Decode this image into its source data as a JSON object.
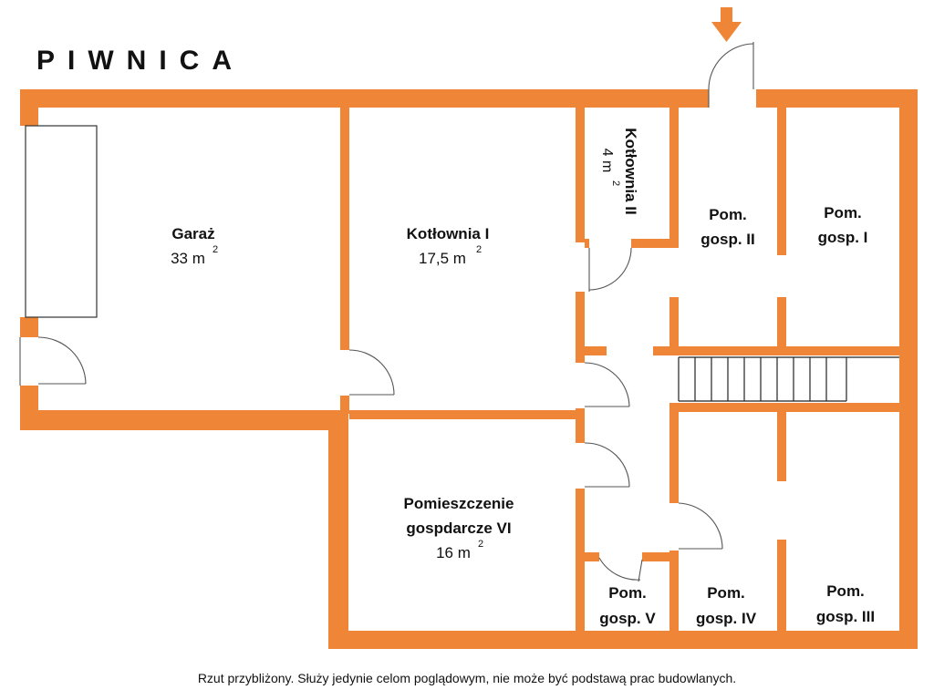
{
  "title": "PIWNICA",
  "colors": {
    "wall": "#EF8637",
    "line": "#333333",
    "background": "#ffffff"
  },
  "icons": {
    "entrance": "arrow-down-icon"
  },
  "rooms": {
    "garaz": {
      "name": "Garaż",
      "area": "33 m",
      "sup": "2"
    },
    "kotlownia1": {
      "name": "Kotłownia I",
      "area": "17,5 m",
      "sup": "2"
    },
    "kotlownia2": {
      "name": "Kotłownia II",
      "area": "4 m",
      "sup": "2"
    },
    "pom2": {
      "line1": "Pom.",
      "line2": "gosp. II"
    },
    "pom1": {
      "line1": "Pom.",
      "line2": "gosp. I"
    },
    "pom6": {
      "line1": "Pomieszczenie",
      "line2": "gospdarcze VI",
      "area": "16 m",
      "sup": "2"
    },
    "pom5": {
      "line1": "Pom.",
      "line2": "gosp. V"
    },
    "pom4": {
      "line1": "Pom.",
      "line2": "gosp. IV"
    },
    "pom3": {
      "line1": "Pom.",
      "line2": "gosp. III"
    }
  },
  "footnote": "Rzut przybliżony. Służy jedynie celom poglądowym, nie może być podstawą prac budowlanych."
}
